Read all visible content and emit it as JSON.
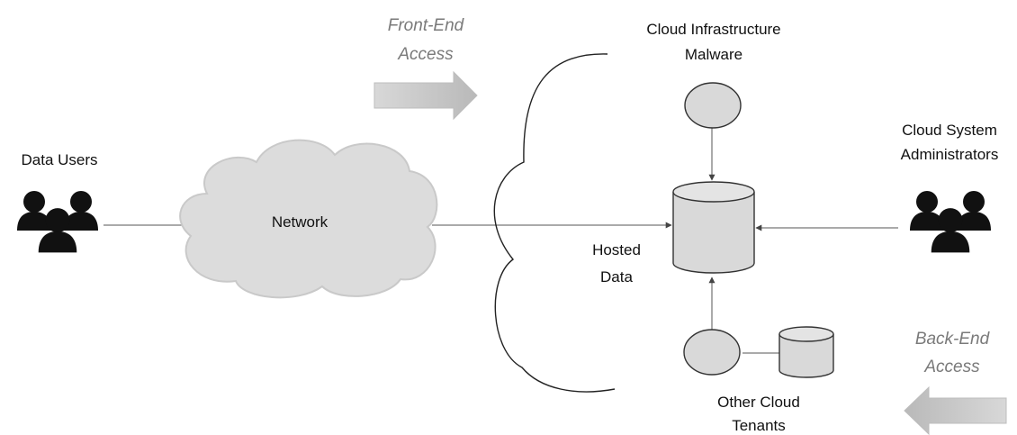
{
  "labels": {
    "front_end_access": [
      "Front-End",
      "Access"
    ],
    "back_end_access": [
      "Back-End",
      "Access"
    ],
    "cloud_infrastructure_malware": [
      "Cloud Infrastructure",
      "Malware"
    ],
    "cloud_system_administrators": [
      "Cloud System",
      "Administrators"
    ],
    "data_users": "Data Users",
    "network": "Network",
    "hosted_data": [
      "Hosted",
      "Data"
    ],
    "other_cloud_tenants": [
      "Other Cloud",
      "Tenants"
    ]
  },
  "colors": {
    "line": "#555555",
    "cloud_fill": "#dcdcdc",
    "node_fill": "#d9d9d9",
    "node_stroke": "#333333",
    "people_fill": "#111111",
    "access_arrow_fill": "#c8c8c8",
    "italic_text": "#7a7a7a"
  },
  "icons": {
    "data_users": "people-group-icon",
    "administrators": "people-group-icon"
  }
}
